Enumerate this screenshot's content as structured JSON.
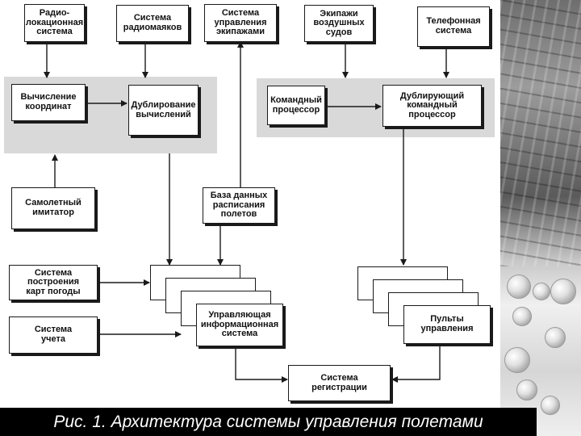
{
  "boxes": {
    "radiolocation": "Радио-\nлокационная\nсистема",
    "radiobeacons": "Система\nрадиомаяков",
    "crew_control": "Система\nуправления\nэкипажами",
    "aircraft_crews": "Экипажи\nвоздушных\nсудов",
    "telephone": "Телефонная\nсистема",
    "coord_calc": "Вычисление\nкоординат",
    "dup_calc": "Дублирование\nвычислений",
    "cmd_processor": "Командный\nпроцессор",
    "dup_cmd_processor": "Дублирующий\nкомандный\nпроцессор",
    "flight_simulator": "Самолетный\nимитатор",
    "schedule_db": "База данных\nрасписания\nполетов",
    "weather_maps": "Система\nпостроения\nкарт погоды",
    "mis": "Управляющая\nинформационная\nсистема",
    "consoles": "Пульты\nуправления",
    "accounting": "Система\nучета",
    "registration": "Система\nрегистрации"
  },
  "caption": "Рис. 1. Архитектура системы управления полетами",
  "colors": {
    "group_background": "#d9d9d9",
    "caption_background": "#000000",
    "caption_text": "#ffffff",
    "line": "#1a1a1a"
  }
}
